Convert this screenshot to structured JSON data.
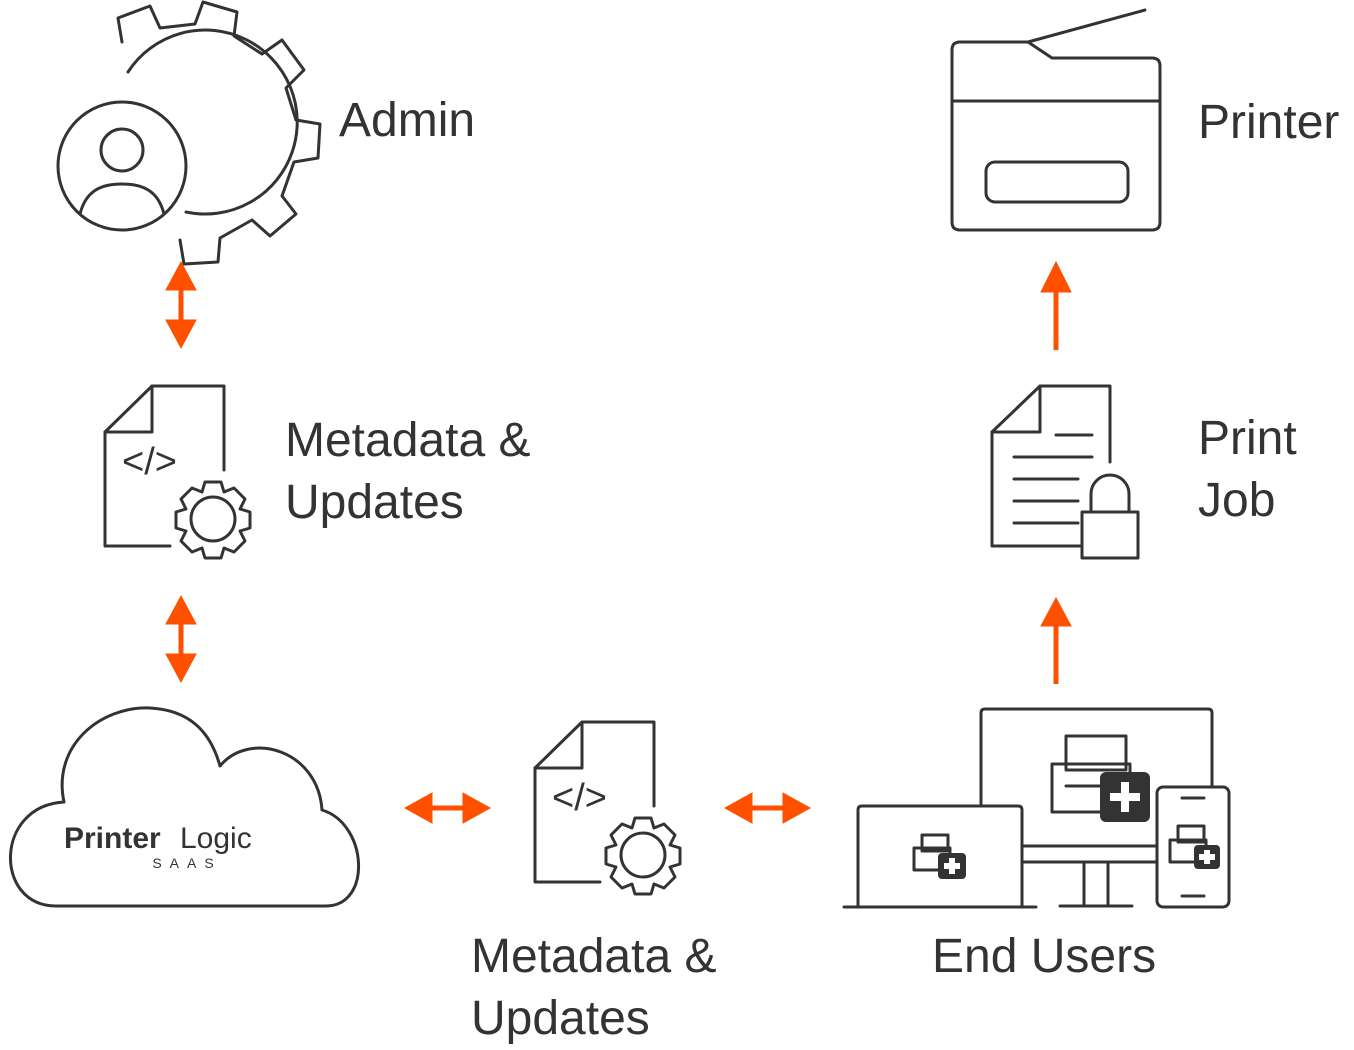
{
  "nodes": {
    "admin": {
      "label": "Admin"
    },
    "printer": {
      "label": "Printer"
    },
    "metadata_upper": {
      "line1": "Metadata &",
      "line2": "Updates"
    },
    "print_job": {
      "line1": "Print",
      "line2": "Job"
    },
    "cloud": {
      "brand_a": "Printer",
      "brand_b": "Logic",
      "brand_sub": "SAAS"
    },
    "metadata_lower": {
      "line1": "Metadata &",
      "line2": "Updates"
    },
    "end_users": {
      "label": "End Users"
    }
  },
  "colors": {
    "arrow": "#ff5000",
    "stroke": "#333333",
    "text": "#333333"
  },
  "icons": {
    "admin": "admin-gear-user-icon",
    "printer": "printer-icon",
    "metadata": "code-document-gear-icon",
    "print_job": "locked-document-icon",
    "cloud": "cloud-icon",
    "end_users": "devices-icon"
  }
}
